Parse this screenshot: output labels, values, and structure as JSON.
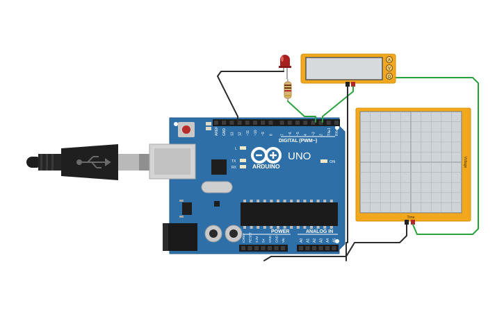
{
  "board": {
    "logo_symbol": "∞",
    "brand": "ARDUINO",
    "model": "UNO",
    "digital_label": "DIGITAL (PWM~)",
    "power_label": "POWER",
    "analog_label": "ANALOG IN",
    "on_label": "ON",
    "l_label": "L",
    "tx_label": "TX",
    "rx_label": "RX",
    "digital_pins": [
      "AREF",
      "GND",
      "13",
      "12",
      "~11",
      "~10",
      "~9",
      "8",
      "7",
      "~6",
      "~5",
      "4",
      "~3",
      "2",
      "TX▸1",
      "RX◂0"
    ],
    "power_pins": [
      "IOREF",
      "RESET",
      "3.3V",
      "5V",
      "GND",
      "GND",
      "Vin"
    ],
    "analog_pins": [
      "A0",
      "A1",
      "A2",
      "A3",
      "A4",
      "A5"
    ],
    "board_color": "#2e6fa8"
  },
  "multimeter": {
    "mode_a": "A",
    "mode_v": "V",
    "mode_ohm": "Ω",
    "body_color": "#f2a81d"
  },
  "oscilloscope": {
    "time_label": "Time",
    "voltage_label": "Voltage",
    "body_color": "#f2a81d"
  },
  "icons": [
    "usb-plug-icon",
    "usb-symbol-icon",
    "led-icon",
    "resistor-icon",
    "reset-button-icon"
  ]
}
